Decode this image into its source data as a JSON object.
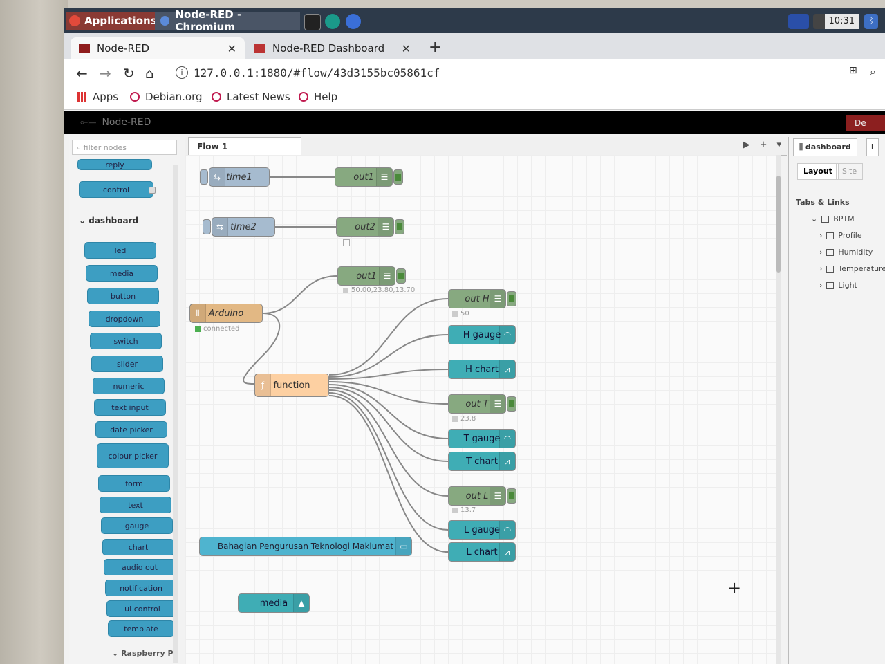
{
  "desktop": {
    "applications_label": "Applications",
    "window_task": "Node-RED - Chromium",
    "clock": "10:31"
  },
  "browser": {
    "tabs": [
      {
        "title": "Node-RED",
        "active": true
      },
      {
        "title": "Node-RED Dashboard",
        "active": false
      }
    ],
    "url": "127.0.0.1:1880/#flow/43d3155bc05861cf",
    "bookmarks": [
      "Apps",
      "Debian.org",
      "Latest News",
      "Help"
    ]
  },
  "nodered": {
    "app_title": "Node-RED",
    "deploy_label": "De",
    "filter_placeholder": "filter nodes",
    "flow_tab": "Flow 1",
    "palette": {
      "top_nodes": [
        "reply",
        "control"
      ],
      "category": "dashboard",
      "nodes": [
        "led",
        "media",
        "button",
        "dropdown",
        "switch",
        "slider",
        "numeric",
        "text input",
        "date picker",
        "colour picker",
        "form",
        "text",
        "gauge",
        "chart",
        "audio out",
        "notification",
        "ui control",
        "template"
      ],
      "next_category": "Raspberry Pi"
    },
    "flow": {
      "time1": "time1",
      "out1a": "out1",
      "time2": "time2",
      "out2": "out2",
      "out1b": "out1",
      "out1b_status": "50.00,23.80,13.70",
      "arduino": "Arduino",
      "arduino_status": "connected",
      "function": "function",
      "outH": "out H",
      "outH_status": "50",
      "hgauge": "H gauge",
      "hchart": "H chart",
      "outT": "out T",
      "outT_status": "23.8",
      "tgauge": "T gauge",
      "tchart": "T chart",
      "outL": "out L",
      "outL_status": "13.7",
      "lgauge": "L gauge",
      "lchart": "L chart",
      "comment": "Bahagian Pengurusan Teknologi Maklumat",
      "media": "media"
    },
    "sidebar": {
      "tab": "dashboard",
      "info_icon": "i",
      "layout_tab": "Layout",
      "site_tab": "Site",
      "tabs_links": "Tabs & Links",
      "tree_root": "BPTM",
      "groups": [
        "Profile",
        "Humidity",
        "Temperature",
        "Light"
      ]
    }
  },
  "colors": {
    "inject": "#a6bbcf",
    "debug": "#87a980",
    "function": "#fdd0a2",
    "ui": "#3fadb5",
    "header": "#000000"
  }
}
